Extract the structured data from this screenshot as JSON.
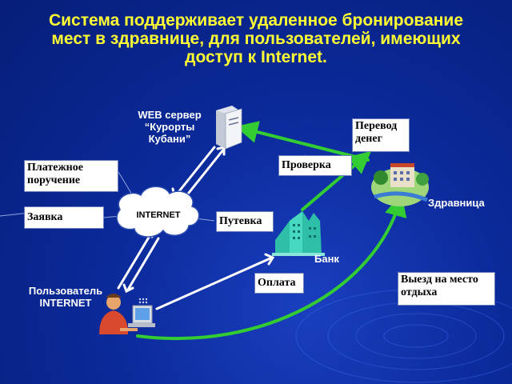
{
  "title_lines": [
    "Система поддерживает удаленное бронирование",
    "мест в здравнице, для пользователей, имеющих",
    "доступ к Internet."
  ],
  "nodes": {
    "server": {
      "label_lines": [
        "WEB сервер",
        "“Курорты",
        "Кубани”"
      ]
    },
    "internet": {
      "label": "INTERNET"
    },
    "user": {
      "label_lines": [
        "Пользователь",
        "INTERNET"
      ]
    },
    "bank": {
      "label": "Банк"
    },
    "resort": {
      "label": "Здравница"
    }
  },
  "boxes": {
    "payment_order": [
      "Платежное",
      "поручение"
    ],
    "application": [
      "Заявка"
    ],
    "voucher": [
      "Путевка"
    ],
    "check": [
      "Проверка"
    ],
    "transfer": [
      "Перевод",
      "денег"
    ],
    "payment": [
      "Оплата"
    ],
    "departure": [
      "Выезд на место",
      "отдыха"
    ]
  },
  "colors": {
    "background": "#0b2a9a",
    "title": "#ffff33",
    "arrow_green": "#33cc33",
    "arrow_white": "#ffffff",
    "label_white": "#ffffff"
  }
}
